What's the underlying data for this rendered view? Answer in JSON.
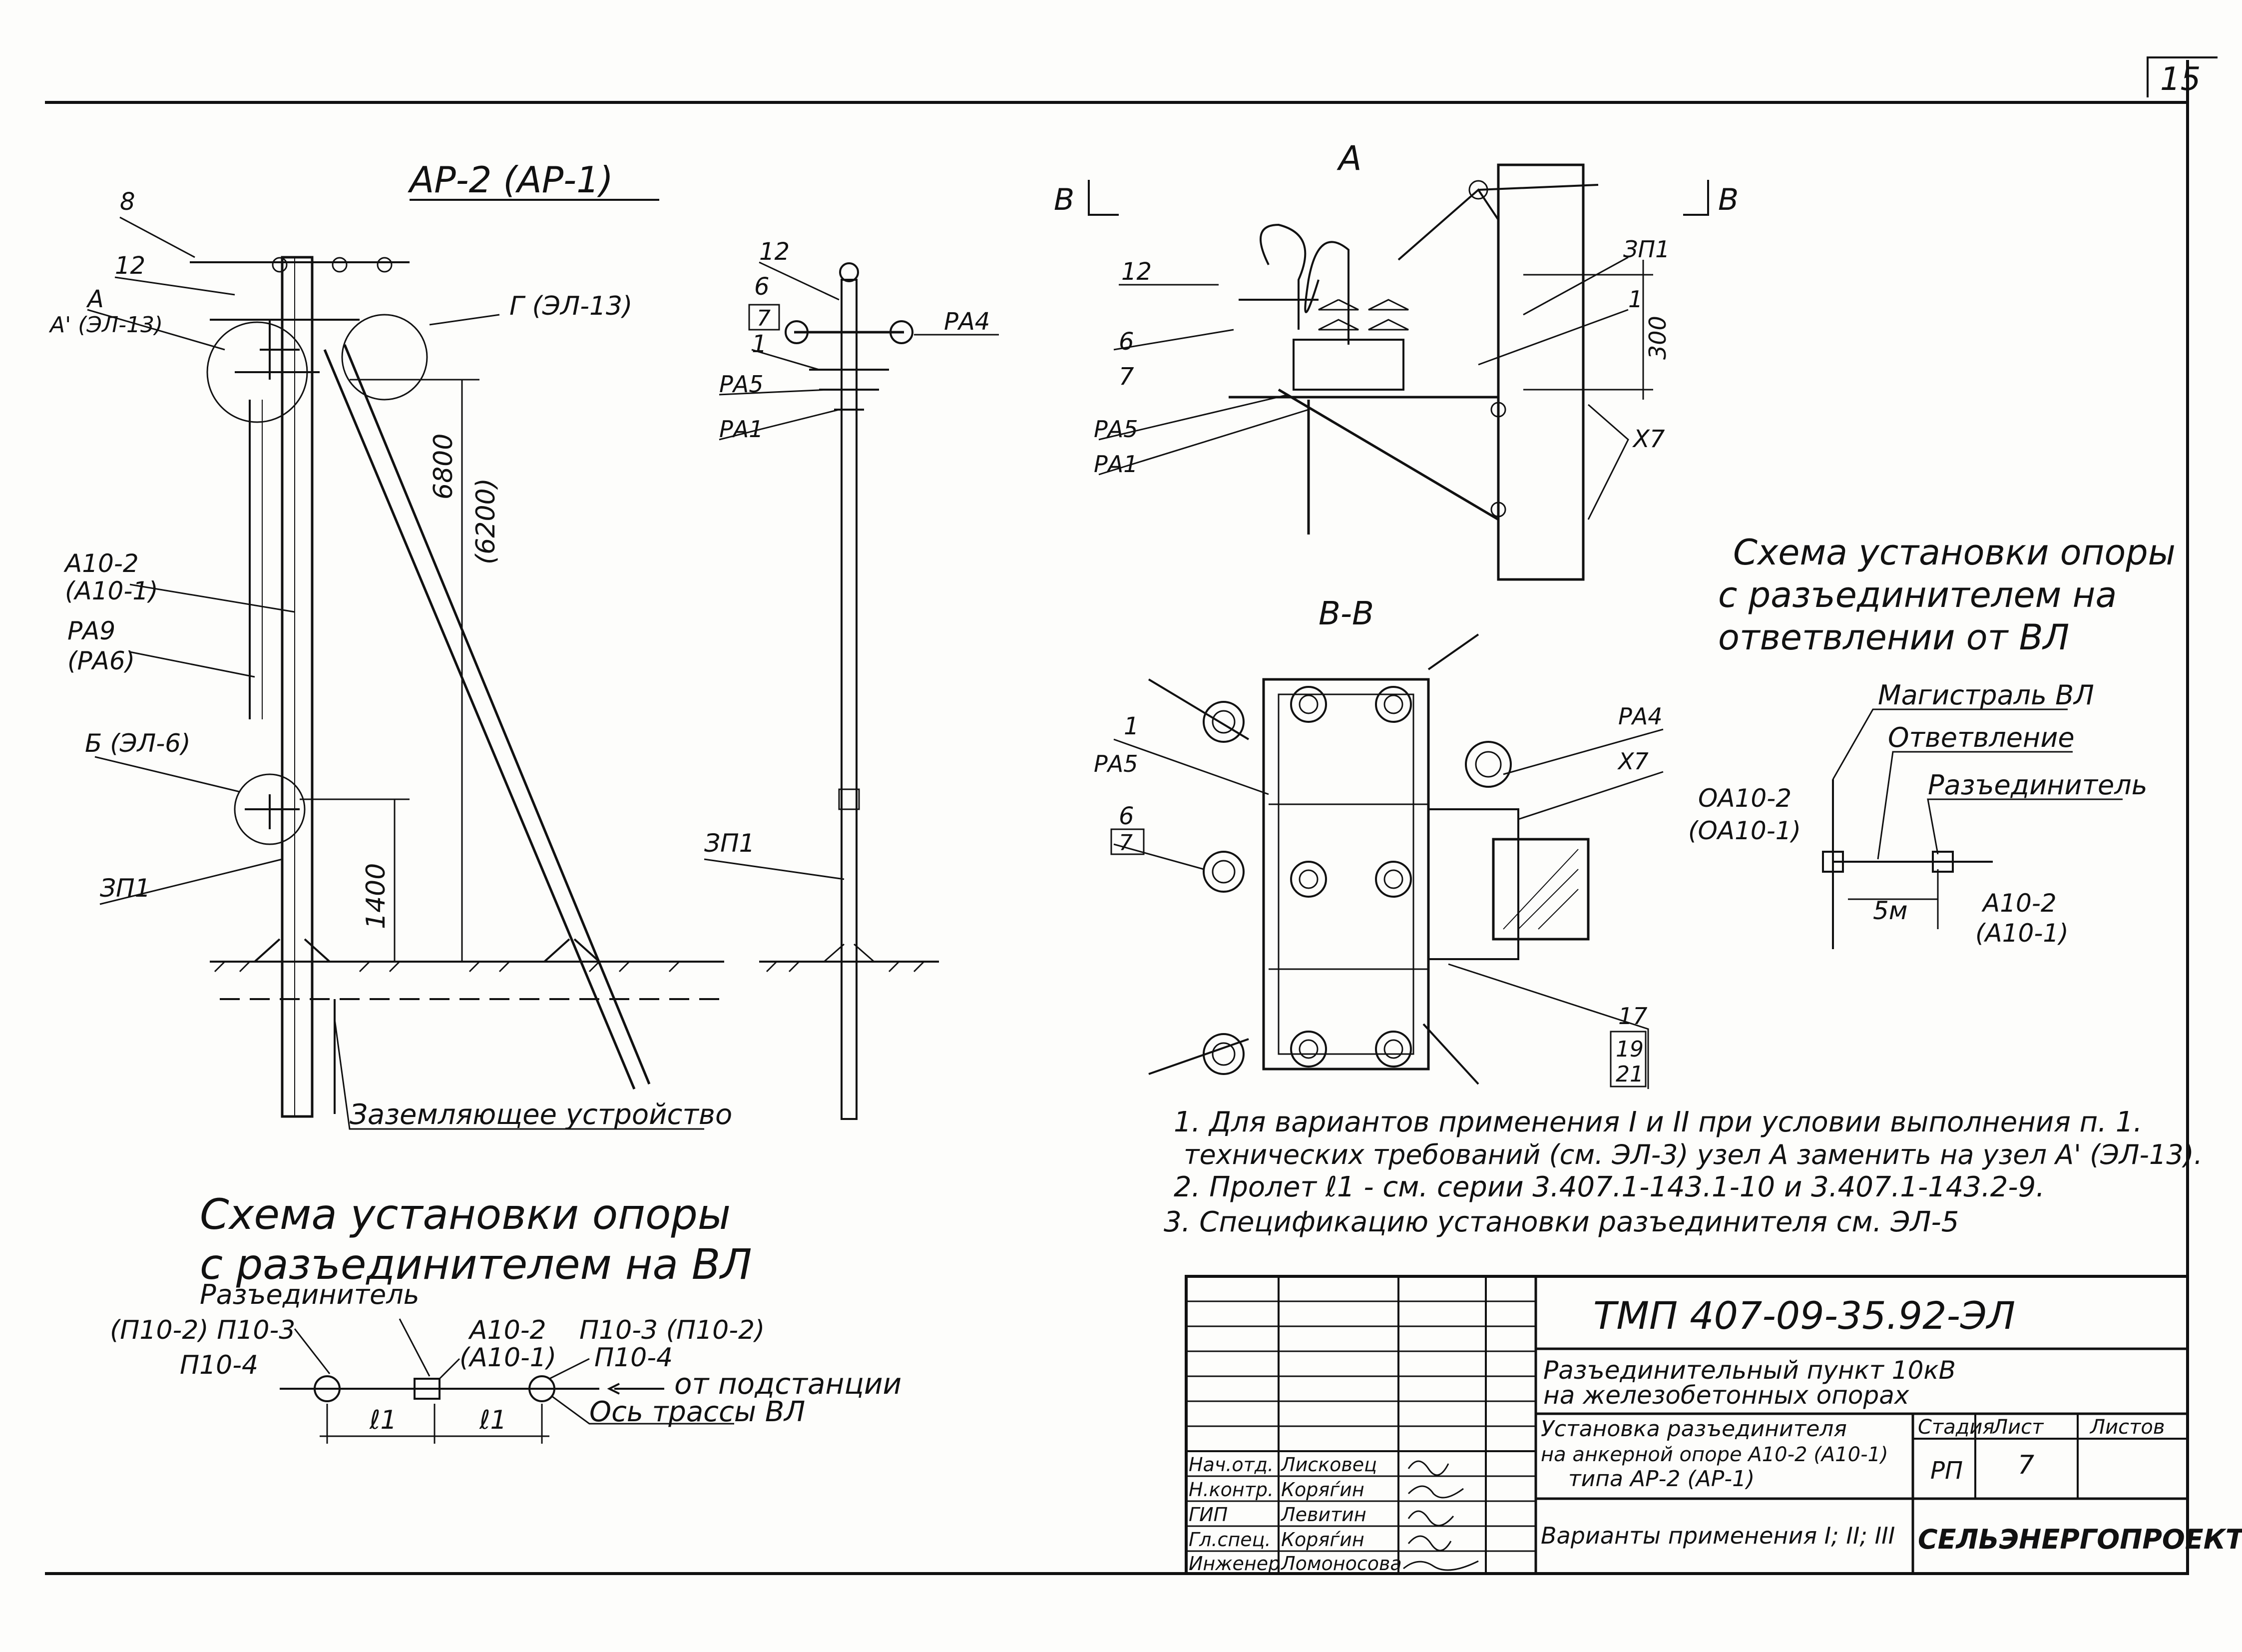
{
  "page_number": "15",
  "view_ap": {
    "title": "АР-2 (АР-1)",
    "callouts": [
      "8",
      "12",
      "А",
      "А' (ЭЛ-13)",
      "Г (ЭЛ-13)",
      "А10-2",
      "(А10-1)",
      "РА9",
      "(РА6)",
      "Б (ЭЛ-6)",
      "ЗП1"
    ],
    "dim_6800": "6800",
    "dim_16200": "(6200)",
    "dim_1400": "1400",
    "ground_label": "Заземляющее устройство"
  },
  "view_side": {
    "callouts": [
      "12",
      "6",
      "7",
      "1",
      "РА5",
      "РА1",
      "РА4",
      "ЗП1"
    ]
  },
  "view_a": {
    "title": "А",
    "section_mark": "В",
    "callouts": [
      "12",
      "6",
      "7",
      "РА5",
      "РА1",
      "ЗП1",
      "1",
      "Х7"
    ],
    "dim_300": "300"
  },
  "view_bb": {
    "title": "В-В",
    "callouts": [
      "1",
      "РА5",
      "6",
      "7",
      "РА4",
      "Х7",
      "17",
      "19",
      "21"
    ]
  },
  "scheme_branch": {
    "title_lines": [
      "Схема установки опоры",
      "с разъединителем на",
      "ответвлении от ВЛ"
    ],
    "labels": [
      "Магистраль ВЛ",
      "Ответвление",
      "Разъединитель",
      "ОА10-2",
      "(ОА10-1)",
      "5м",
      "А10-2",
      "(А10-1)"
    ]
  },
  "scheme_line": {
    "title_lines": [
      "Схема установки опоры",
      "с разъединителем на ВЛ"
    ],
    "labels": [
      "Разъединитель",
      "(П10-2) П10-3",
      "П10-4",
      "А10-2",
      "(А10-1)",
      "П10-3 (П10-2)",
      "П10-4",
      "от подстанции",
      "Ось трассы ВЛ",
      "ℓ1",
      "ℓ1"
    ]
  },
  "notes": [
    "1. Для вариантов применения I и II при условии выполнения п. 1.",
    "технических требований (см. ЭЛ-3) узел А заменить на узел А' (ЭЛ-13).",
    "2. Пролет ℓ1 - см. серии 3.407.1-143.1-10 и 3.407.1-143.2-9.",
    "3. Спецификацию установки разъединителя см. ЭЛ-5"
  ],
  "title_block": {
    "doc_code": "ТМП 407-09-35.92-ЭЛ",
    "project_line1": "Разъединительный пункт 10кВ",
    "project_line2": "на железобетонных опорах",
    "sheet_title_line1": "Установка разъединителя",
    "sheet_title_line2": "на анкерной опоре А10-2 (А10-1)",
    "sheet_title_line3": "типа АР-2 (АР-1)",
    "variants": "Варианты применения I; II; III",
    "stage_header": "Стадия",
    "sheet_header": "Лист",
    "sheets_header": "Листов",
    "stage": "РП",
    "sheet": "7",
    "org": "СЕЛЬЭНЕРГОПРОЕКТ",
    "signers": [
      {
        "role": "Нач.отд.",
        "name": "Лисковец"
      },
      {
        "role": "Н.контр.",
        "name": "Коряѓин"
      },
      {
        "role": "ГИП",
        "name": "Левитин"
      },
      {
        "role": "Гл.спец.",
        "name": "Коряѓин"
      },
      {
        "role": "Инженер",
        "name": "Ломоносова"
      }
    ]
  }
}
